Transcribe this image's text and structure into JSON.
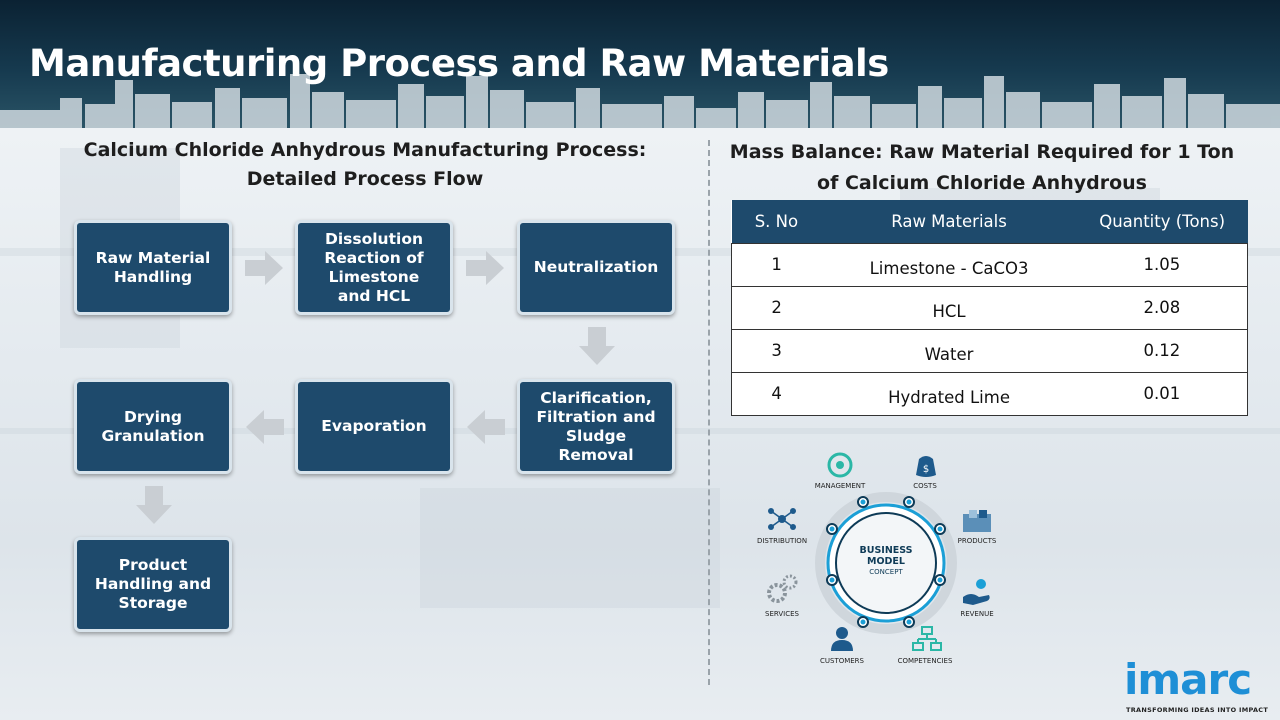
{
  "header": {
    "title": "Manufacturing Process and Raw Materials"
  },
  "left": {
    "title": "Calcium Chloride Anhydrous Manufacturing Process: Detailed Process Flow",
    "steps": [
      "Raw Material\nHandling",
      "Dissolution\nReaction of\nLimestone\nand HCL",
      "Neutralization",
      "Clarification,\nFiltration and\nSludge\nRemoval",
      "Evaporation",
      "Drying\nGranulation",
      "Product\nHandling and\nStorage"
    ]
  },
  "right": {
    "title": "Mass Balance: Raw Material Required for 1 Ton of Calcium Chloride Anhydrous",
    "table": {
      "headers": [
        "S. No",
        "Raw Materials",
        "Quantity (Tons)"
      ],
      "rows": [
        [
          "1",
          "Limestone - CaCO3",
          "1.05"
        ],
        [
          "2",
          "HCL",
          "2.08"
        ],
        [
          "3",
          "Water",
          "0.12"
        ],
        [
          "4",
          "Hydrated Lime",
          "0.01"
        ]
      ]
    }
  },
  "business_model": {
    "center": [
      "BUSINESS",
      "MODEL",
      "CONCEPT"
    ],
    "labels": {
      "management": "MANAGEMENT",
      "costs": "COSTS",
      "distribution": "DISTRIBUTION",
      "products": "PRODUCTS",
      "services": "SERVICES",
      "revenue": "REVENUE",
      "customers": "CUSTOMERS",
      "competencies": "COMPETENCIES"
    }
  },
  "logo": {
    "word": "imarc",
    "tagline": "TRANSFORMING IDEAS INTO IMPACT"
  },
  "colors": {
    "node": "#1e4a6c",
    "header": "#0b2233",
    "accent": "#1e8fd6",
    "arrow": "#c9ced3"
  }
}
